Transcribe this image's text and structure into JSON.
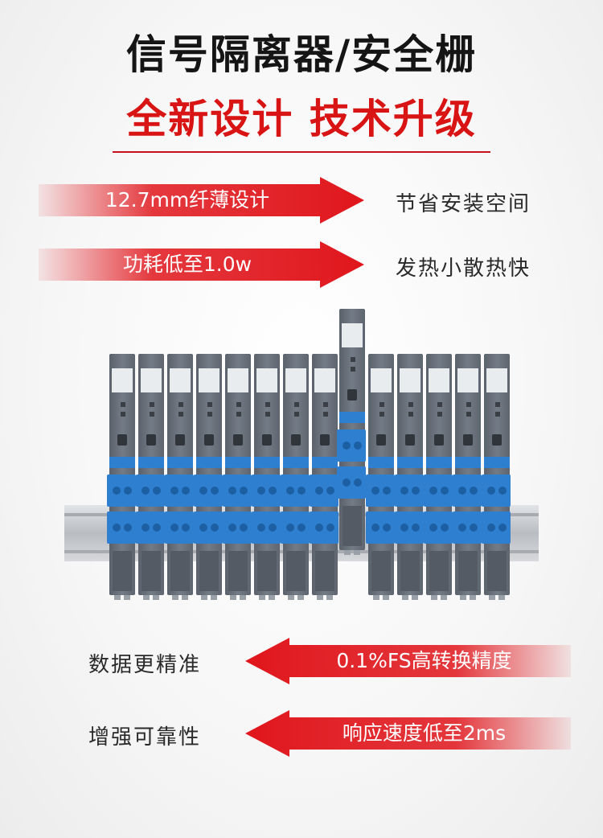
{
  "header": {
    "title": "信号隔离器/安全栅",
    "subtitle": "全新设计 技术升级"
  },
  "features_top": [
    {
      "arrow_text": "12.7mm纤薄设计",
      "benefit": "节省安装空间"
    },
    {
      "arrow_text": "功耗低至1.0w",
      "benefit": "发热小散热快"
    }
  ],
  "features_bottom": [
    {
      "benefit": "数据更精准",
      "arrow_text": "0.1%FS高转换精度"
    },
    {
      "benefit": "增强可靠性",
      "arrow_text": "响应速度低至2ms"
    }
  ],
  "colors": {
    "accent_red": "#e0161c",
    "title": "#151515",
    "module_gray": "#6c7480",
    "terminal_blue": "#2f7fd1",
    "rail_silver": "#c9ccd0"
  },
  "product": {
    "module_count": 14
  }
}
